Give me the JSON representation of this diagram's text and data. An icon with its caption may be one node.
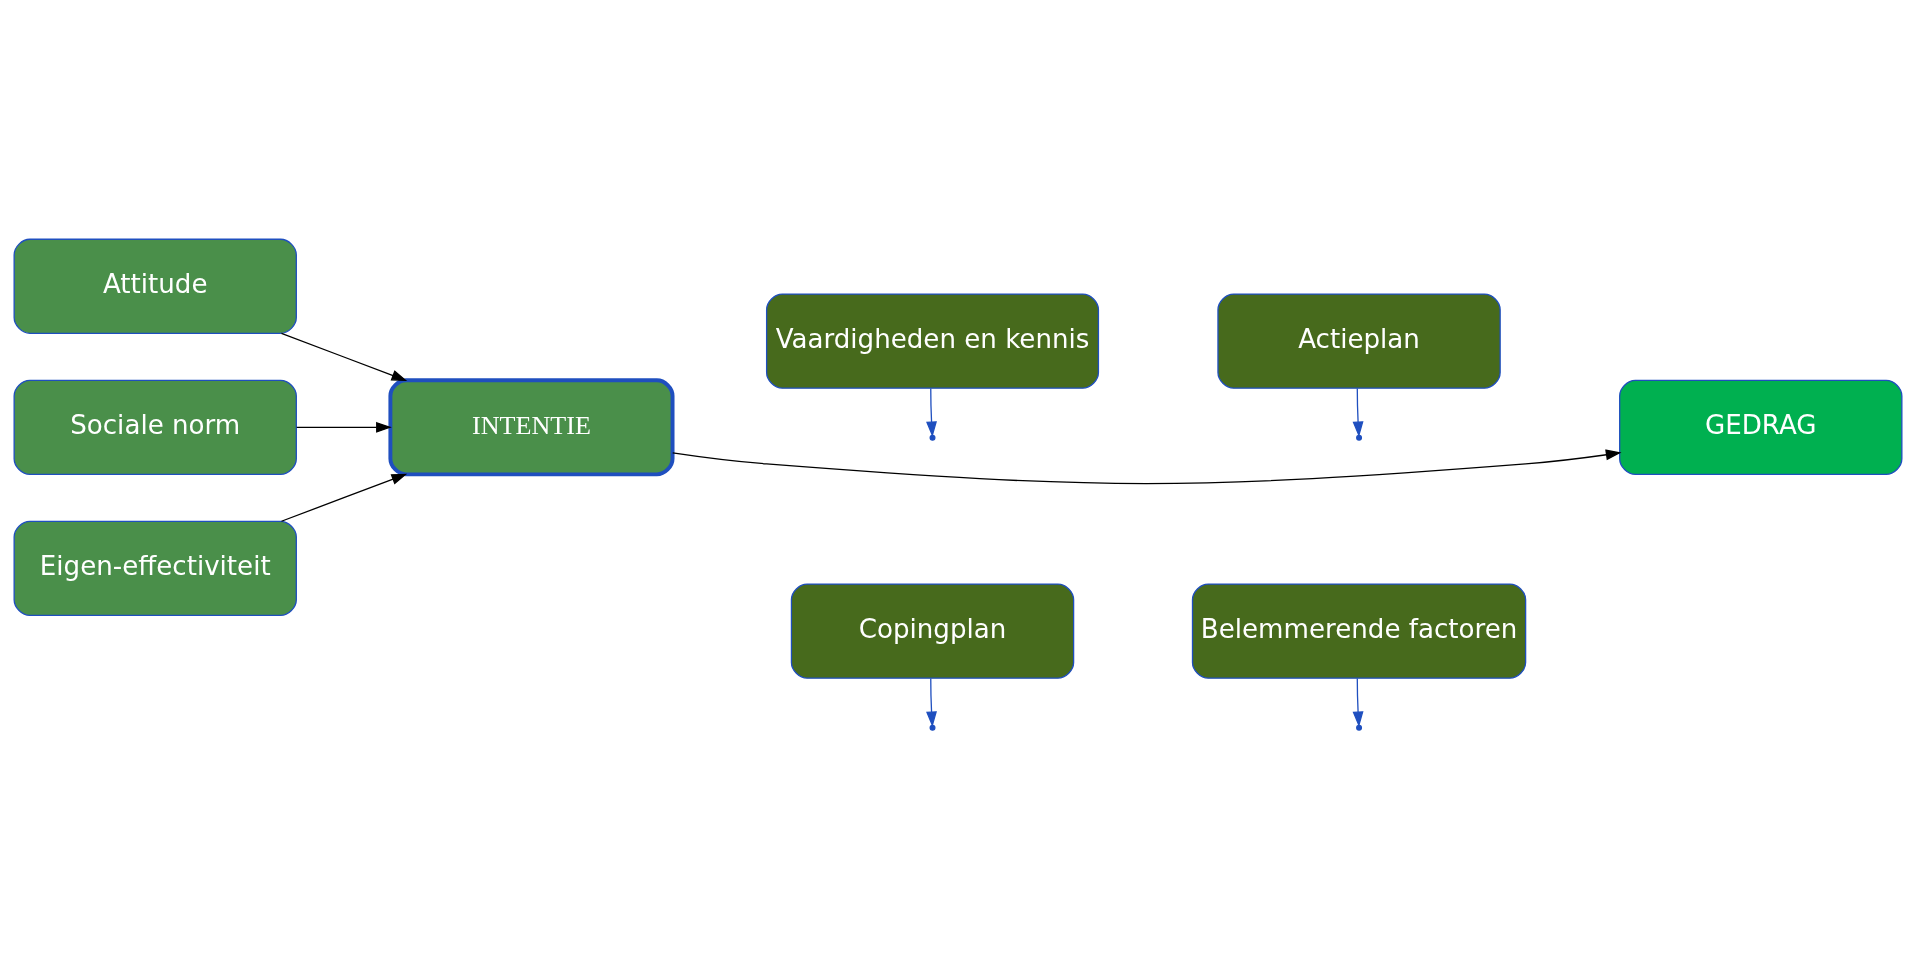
{
  "diagram": {
    "nodes": [
      {
        "text": [
          "Attitude"
        ]
      },
      {
        "text": [
          "Sociale norm"
        ]
      },
      {
        "text": [
          "Eigen-effectiviteit"
        ]
      },
      {
        "text": [
          "INTENTIE"
        ]
      },
      {
        "text": [
          "Vaardigheden en kennis"
        ]
      },
      {
        "text": [
          "Copingplan"
        ]
      },
      {
        "text": [
          "Actieplan"
        ]
      },
      {
        "text": [
          "Belemmerende factoren"
        ]
      },
      {
        "text": [
          "GEDRAG"
        ]
      }
    ],
    "edges": [
      {
        "from": 0,
        "to": 3,
        "arrow": "to"
      },
      {
        "from": 1,
        "to": 3,
        "arrow": "to"
      },
      {
        "from": 2,
        "to": 3,
        "arrow": "to"
      },
      {
        "from": 3,
        "to": 8,
        "arrow": "to"
      },
      {
        "from": 4,
        "to": null,
        "arrow": "to",
        "color": "#1f4fbf"
      },
      {
        "from": 5,
        "to": null,
        "arrow": "to",
        "color": "#1f4fbf"
      },
      {
        "from": 6,
        "to": null,
        "arrow": "to",
        "color": "#1f4fbf"
      },
      {
        "from": 7,
        "to": null,
        "arrow": "to",
        "color": "#1f4fbf"
      }
    ]
  }
}
